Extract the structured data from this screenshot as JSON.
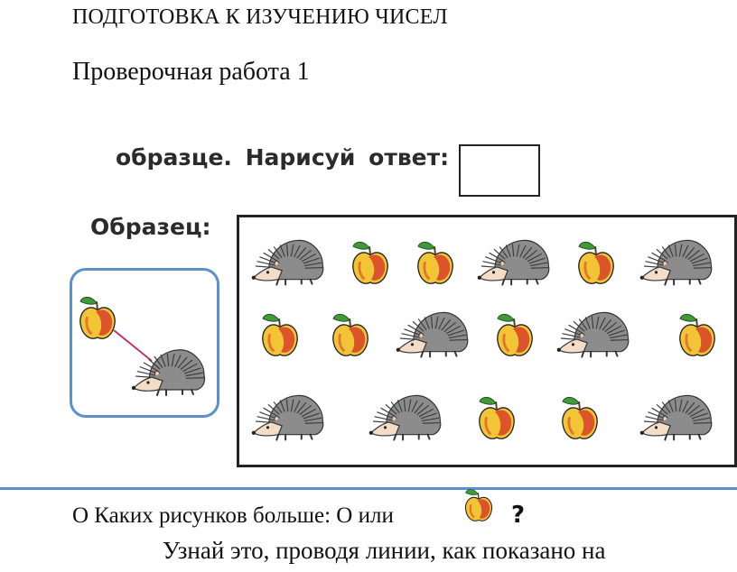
{
  "header": {
    "title": "ПОДГОТОВКА К ИЗУЧЕНИЮ ЧИСЕЛ",
    "subtitle": "Проверочная работа 1"
  },
  "task": {
    "instruction_top": "образце. Нарисуй ответ:",
    "sample_label": "Образец:",
    "question_text": "О Каких рисунков больше: О или",
    "question_mark": "?",
    "instruction_bottom": "Узнай это, проводя линии, как показано на"
  },
  "grid": {
    "rows": [
      [
        "hedgehog",
        "apple",
        "apple",
        "hedgehog",
        "apple",
        "hedgehog"
      ],
      [
        "apple",
        "apple",
        "hedgehog",
        "apple",
        "hedgehog",
        "apple"
      ],
      [
        "hedgehog",
        "hedgehog",
        "apple",
        "apple",
        "hedgehog"
      ]
    ]
  },
  "icons": {
    "apple": "apple-icon",
    "hedgehog": "hedgehog-icon",
    "line": "connecting-line"
  },
  "colors": {
    "frame_blue": "#5b8fce",
    "apple_red": "#d8402a",
    "apple_yellow": "#f2c536",
    "leaf_green": "#3f9a3a",
    "hedgehog_gray": "#8c8c8c",
    "line_pink": "#c2376a"
  }
}
